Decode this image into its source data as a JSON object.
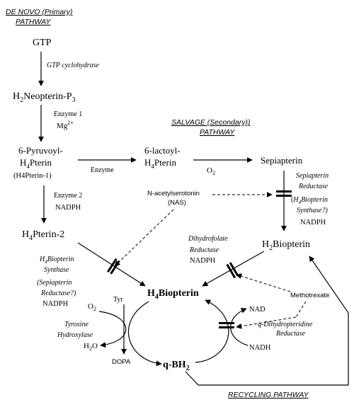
{
  "pathways": {
    "de_novo": {
      "line1": "DE NOVO (Primary)",
      "line2": "PATHWAY"
    },
    "salvage": {
      "line1": "SALVAGE (Secondary))",
      "line2": "PATHWAY"
    },
    "recycling": {
      "label": "RECYCLING PATHWAY"
    }
  },
  "compounds": {
    "gtp": "GTP",
    "neopterin": {
      "base": "H",
      "sub1": "2",
      "mid": "Neopterin-P",
      "sub2": "3"
    },
    "pyruvoyl": {
      "line1": "6-Pyruvoyl-",
      "line2_h": "H",
      "line2_sub": "4",
      "line2_rest": "Pterin",
      "line3": "(H4Pterin-1)"
    },
    "lactoyl": {
      "line1": "6-lactoyl-",
      "line2_h": "H",
      "line2_sub": "4",
      "line2_rest": "Pterin"
    },
    "sepiapterin": "Sepiapterin",
    "h4pterin2": {
      "h": "H",
      "sub": "4",
      "rest": "Pterin-2"
    },
    "h2biopterin": {
      "h": "H",
      "sub": "2",
      "rest": "Biopterin"
    },
    "h4biopterin": {
      "h": "H",
      "sub": "4",
      "rest": "Biopterin"
    },
    "qbh2": {
      "pre": "q-BH",
      "sub": "2"
    },
    "nas": {
      "line1": "N-acetylserotonin",
      "line2": "(NAS)"
    },
    "methotrexate": "Methotrexate",
    "tyr": "Tyr",
    "o2": {
      "o": "O",
      "sub": "2"
    },
    "h2o": {
      "h": "H",
      "sub": "2",
      "o": "O"
    },
    "dopa": "DOPA",
    "nad": "NAD",
    "nadh": "NADH"
  },
  "enzymes": {
    "gtp_cyclohydrase": "GTP cyclohydrase",
    "enzyme1": "Enzyme 1",
    "mg": {
      "base": "Mg",
      "sup": "2+"
    },
    "enzyme": "Enzyme",
    "o2_cofactor": {
      "o": "O",
      "sub": "2"
    },
    "sepiapterin_reductase": {
      "line1": "Sepiapterin",
      "line2": "Reductase",
      "line3_open": "(",
      "line3_h": "H",
      "line3_sub": "4",
      "line3_rest": "Biopterin",
      "line4": "Synthase?)",
      "line5": "NADPH"
    },
    "enzyme2": {
      "line1": "Enzyme 2",
      "line2": "NADPH"
    },
    "h4biopterin_synthase": {
      "line1_h": "H",
      "line1_sub": "4",
      "line1_rest": "Biopterin",
      "line2": "Synthase",
      "line3": "(Sepiapterin",
      "line4": "Reductase?)",
      "line5": "NADPH"
    },
    "dhfr": {
      "line1": "Dihydrofolate",
      "line2": "Reductase",
      "line3": "NADPH"
    },
    "tyrosine_hydroxylase": {
      "line1": "Tyrosine",
      "line2": "Hydroxylase"
    },
    "qdhpr": {
      "line1": "q-Dihydropteridine",
      "line2": "Reductase"
    }
  }
}
